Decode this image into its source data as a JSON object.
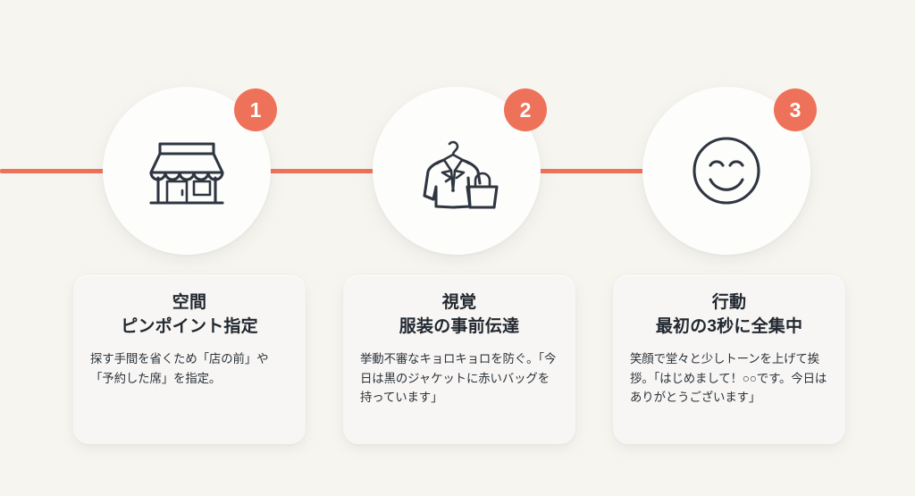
{
  "theme": {
    "background": "#F7F5F0",
    "accent": "#EE7259",
    "text_dark": "#2F3640",
    "card_background": "#F7F6F4",
    "circle_background": "#FDFDFC"
  },
  "connector": {
    "name": "timeline-connector-line",
    "color": "#EE7259"
  },
  "steps": [
    {
      "number": "1",
      "icon": "storefront-icon",
      "title_lead": "空間",
      "title_main": "ピンポイント指定",
      "body": "探す手間を省くため「店の前」や「予約した席」を指定。"
    },
    {
      "number": "2",
      "icon": "jacket-and-tote-bag-icon",
      "title_lead": "視覚",
      "title_main": "服装の事前伝達",
      "body": "挙動不審なキョロキョロを防ぐ。「今日は黒のジャケットに赤いバッグを持っています」"
    },
    {
      "number": "3",
      "icon": "smiley-face-icon",
      "title_lead": "行動",
      "title_main": "最初の3秒に全集中",
      "body": "笑顔で堂々と少しトーンを上げて挨拶。「はじめまして！○○です。今日はありがとうございます」"
    }
  ]
}
